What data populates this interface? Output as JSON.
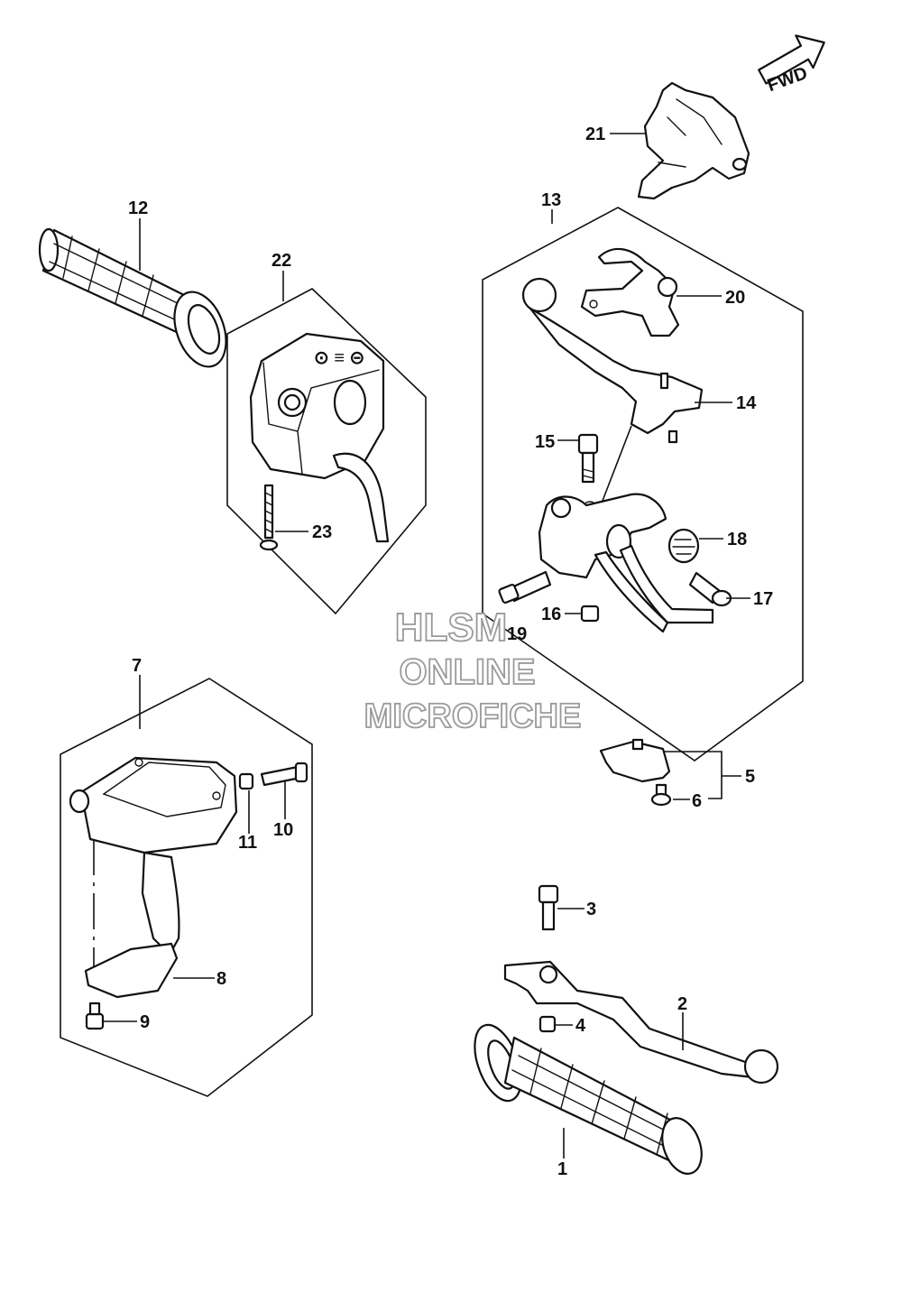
{
  "fwd_label": "FWD",
  "watermark": {
    "line1": "HLSM",
    "line2": "ONLINE",
    "line3": "MICROFICHE"
  },
  "callouts": {
    "p1": "1",
    "p2": "2",
    "p3": "3",
    "p4": "4",
    "p5": "5",
    "p6": "6",
    "p7": "7",
    "p8": "8",
    "p9": "9",
    "p10": "10",
    "p11": "11",
    "p12": "12",
    "p13": "13",
    "p14": "14",
    "p15": "15",
    "p16": "16",
    "p17": "17",
    "p18": "18",
    "p19": "19",
    "p20": "20",
    "p21": "21",
    "p22": "22",
    "p23": "23"
  }
}
